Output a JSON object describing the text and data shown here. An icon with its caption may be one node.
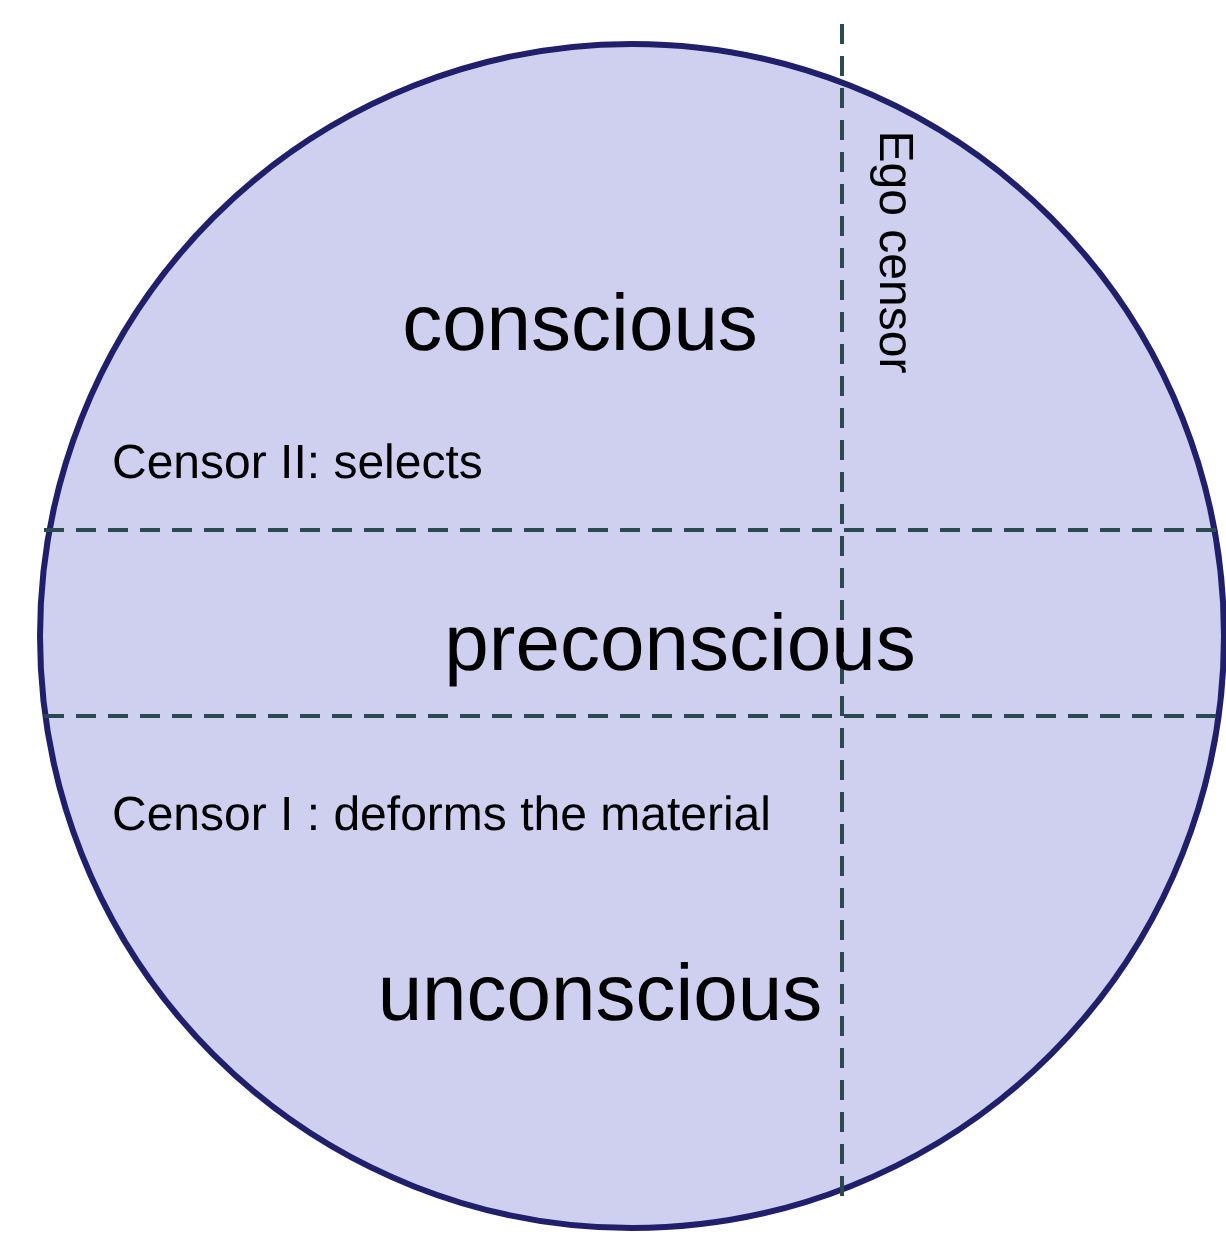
{
  "diagram": {
    "nodes": [
      {
        "text": [
          "conscious",
          "preconscious",
          "unconscious"
        ]
      }
    ],
    "labels": [
      "Censor II: selects",
      "Censor I : deforms the material",
      "Ego censor"
    ]
  }
}
